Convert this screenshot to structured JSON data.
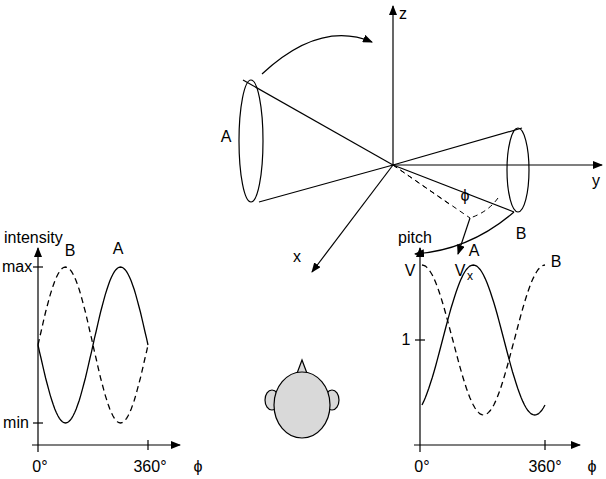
{
  "diagram": {
    "labels": [
      "z",
      "y",
      "x",
      "A",
      "B",
      "ϕ",
      "V",
      "V",
      "x",
      "intensity",
      "B",
      "A",
      "max",
      "min",
      "0°",
      "360°",
      "ϕ",
      "pitch",
      "A",
      "B",
      "1",
      "0°",
      "360°",
      "ϕ"
    ]
  }
}
